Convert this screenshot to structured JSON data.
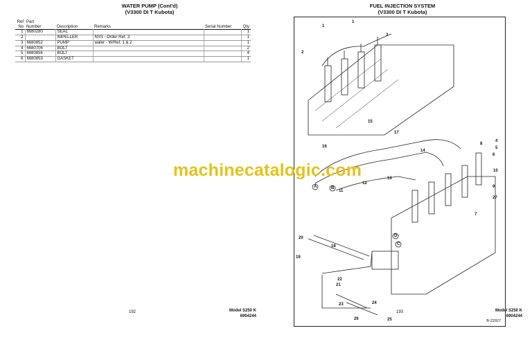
{
  "left_page": {
    "title_line1": "WATER PUMP (Cont'd)",
    "title_line2": "(V3300 DI T Kubota)",
    "columns": {
      "ref_no_1": "Ref",
      "ref_no_2": "No",
      "part_number_1": "Part",
      "part_number_2": "Number",
      "description": "Description",
      "remarks": "Remarks",
      "serial_number": "Serial Number",
      "qty": "Qty"
    },
    "rows": [
      {
        "ref": "1",
        "part": "6680280",
        "description": "SEAL",
        "remarks": "",
        "serial": "",
        "qty": "1"
      },
      {
        "ref": "2",
        "part": "",
        "description": "IMPELLER",
        "remarks": "NSS - Order Ref. 3",
        "serial": "",
        "qty": "1"
      },
      {
        "ref": "3",
        "part": "6680852",
        "description": "PUMP",
        "remarks": "water - W/Ref. 1 & 2",
        "serial": "",
        "qty": "1"
      },
      {
        "ref": "4",
        "part": "6680706",
        "description": "BOLT",
        "remarks": "",
        "serial": "",
        "qty": "2"
      },
      {
        "ref": "5",
        "part": "6680856",
        "description": "BOLT",
        "remarks": "",
        "serial": "",
        "qty": "4"
      },
      {
        "ref": "6",
        "part": "6680853",
        "description": "GASKET",
        "remarks": "",
        "serial": "",
        "qty": "1"
      }
    ],
    "page_number": "192",
    "model": "Model S250 K",
    "model_code": "6904244"
  },
  "right_page": {
    "title_line1": "FUEL INJECTION SYSTEM",
    "title_line2": "(V3300 DI T Kubota)",
    "figure_id": "B-22927",
    "callouts": [
      "1",
      "1",
      "2",
      "3",
      "4",
      "5",
      "6",
      "7",
      "8",
      "9",
      "10",
      "11",
      "12",
      "13",
      "14",
      "15",
      "16",
      "17",
      "18",
      "19",
      "20",
      "21",
      "22",
      "23",
      "24",
      "25",
      "26",
      "27",
      "A",
      "B",
      "C",
      "D"
    ],
    "page_number": "193",
    "model": "Model S250 K",
    "model_code": "6904244"
  },
  "watermark": "machinecatalogic.com",
  "colors": {
    "watermark": "#e6c21a",
    "ink": "#111111"
  }
}
